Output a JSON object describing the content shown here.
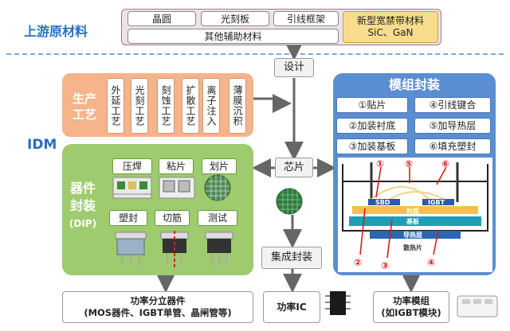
{
  "upstream": {
    "label": "上游原材料",
    "row1": [
      "晶圆",
      "光刻板",
      "引线框架"
    ],
    "other": "其他辅助材料",
    "new_material": {
      "title": "新型宽禁带材料",
      "sub": "SiC、GaN"
    }
  },
  "design": "设计",
  "idm": "IDM",
  "production": {
    "title_l1": "生产",
    "title_l2": "工艺",
    "steps": [
      "外延工艺",
      "光刻工艺",
      "刻蚀工艺",
      "扩散工艺",
      "离子注入",
      "薄膜沉积"
    ]
  },
  "device_pkg": {
    "title": "器件封装",
    "sub": "(DIP)",
    "steps": [
      "压焊",
      "粘片",
      "划片",
      "塑封",
      "切筋",
      "测试"
    ]
  },
  "chip": "芯片",
  "ic_pkg": "集成封装",
  "module_pkg": {
    "title": "模组封装",
    "steps": [
      "①贴片",
      "④引线键合",
      "②加装衬底",
      "⑤加导热层",
      "③加装基板",
      "⑥填充塑封"
    ],
    "diagram_labels": {
      "sbd": "SBD",
      "igbt": "IGBT",
      "substrate": "衬底",
      "base": "基板",
      "thermal": "导热层",
      "heatsink": "散热片",
      "markers": [
        "①",
        "⑤",
        "⑥",
        "②",
        "③",
        "④"
      ]
    }
  },
  "outputs": {
    "discrete_l1": "功率分立器件",
    "discrete_l2": "(MOS器件、IGBT单管、晶闸管等)",
    "ic": "功率IC",
    "module_l1": "功率模组",
    "module_l2": "(如IGBT模块)"
  },
  "colors": {
    "production": "#f5b48a",
    "package": "#9ecb6e",
    "module": "#5b8ed0",
    "upstream": "#ede2ea",
    "new_material": "#f7dc8d",
    "arrow": "#666666"
  }
}
